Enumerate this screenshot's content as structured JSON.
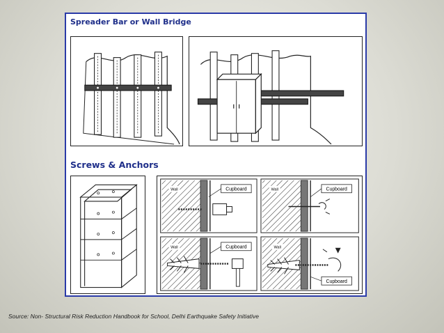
{
  "headings": {
    "spreader": "Spreader Bar or Wall Bridge",
    "screws": "Screws & Anchors"
  },
  "labels": {
    "cupboard": "Cupboard",
    "wall": "Wall"
  },
  "source": "Source: Non- Structural Risk Reduction Handbook for School, Delhi Earthquake Safety Initiative",
  "colors": {
    "frame_border": "#2a3aa8",
    "heading_text": "#1f2f8a",
    "line_art": "#222222"
  }
}
